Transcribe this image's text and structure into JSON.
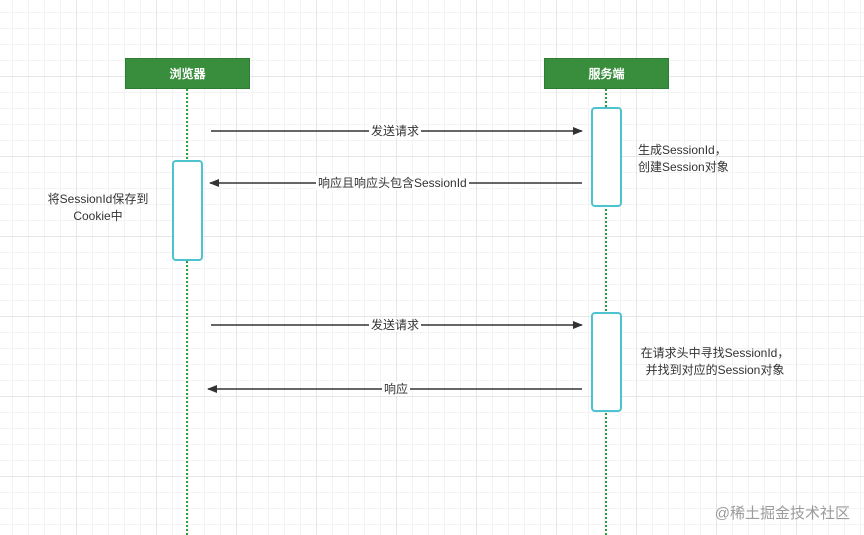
{
  "lanes": {
    "browser": "浏览器",
    "server": "服务端"
  },
  "messages": {
    "m1": "发送请求",
    "m2": "响应且响应头包含SessionId",
    "m3": "发送请求",
    "m4": "响应"
  },
  "notes": {
    "server1_line1": "生成SessionId，",
    "server1_line2": "创建Session对象",
    "browser1_line1": "将SessionId保存到",
    "browser1_line2": "Cookie中",
    "server2_line1": "在请求头中寻找SessionId，",
    "server2_line2": "并找到对应的Session对象"
  },
  "watermark": "@稀土掘金技术社区",
  "colors": {
    "lane_header": "#388e3c",
    "lifeline": "#2e9e3b",
    "activation_border": "#4dc3cf",
    "arrow": "#333333"
  }
}
